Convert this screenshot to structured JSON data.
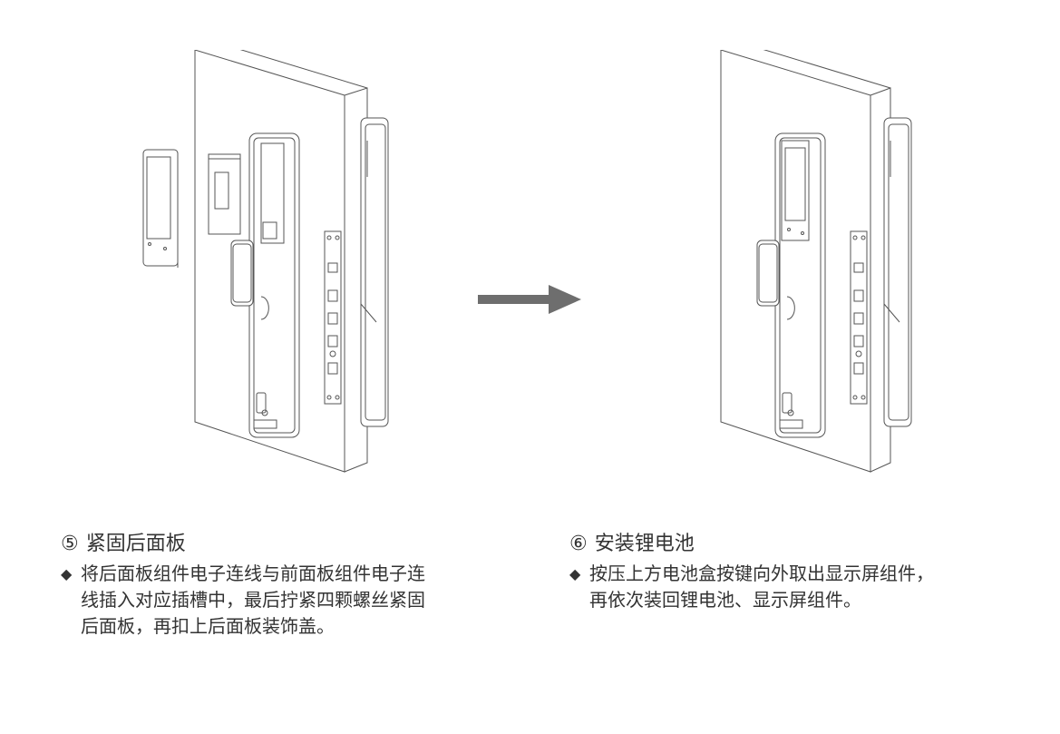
{
  "steps": [
    {
      "number": "⑤",
      "title": "紧固后面板",
      "bullet": "◆",
      "lines": [
        "将后面板组件电子连线与前面板组件电子连",
        "线插入对应插槽中，最后拧紧四颗螺丝紧固",
        "后面板，再扣上后面板装饰盖。"
      ]
    },
    {
      "number": "⑥",
      "title": "安装锂电池",
      "bullet": "◆",
      "lines": [
        "按压上方电池盒按键向外取出显示屏组件，",
        "再依次装回锂电池、显示屏组件。"
      ]
    }
  ],
  "colors": {
    "line": "#555555",
    "arrow": "#6e6e6e",
    "text": "#333333"
  },
  "icons": {
    "arrow": "arrow-right-icon"
  }
}
